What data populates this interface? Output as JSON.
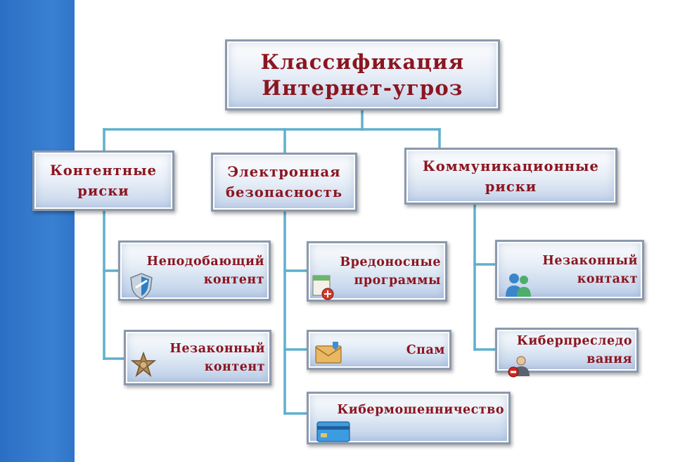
{
  "title": "Классификация Интернет-угроз",
  "categories": [
    {
      "label": "Контентные риски",
      "items": [
        {
          "label": "Неподобающий контент",
          "icon": "shield-icon"
        },
        {
          "label": "Незаконный контент",
          "icon": "sheriff-star-icon"
        }
      ]
    },
    {
      "label": "Электронная безопасность",
      "items": [
        {
          "label": "Вредоносные программы",
          "icon": "infected-file-icon"
        },
        {
          "label": "Спам",
          "icon": "envelope-icon"
        },
        {
          "label": "Кибермошенничество",
          "icon": "credit-card-icon"
        }
      ]
    },
    {
      "label": "Коммуникационные риски",
      "items": [
        {
          "label": "Незаконный контакт",
          "icon": "users-icon"
        },
        {
          "label": "Киберпреследо вания",
          "icon": "blocked-user-icon"
        }
      ]
    }
  ],
  "colors": {
    "sidebar": "#2f74c9",
    "connector": "#5fb0cd",
    "text": "#8c1520",
    "border": "#8b99ad"
  }
}
